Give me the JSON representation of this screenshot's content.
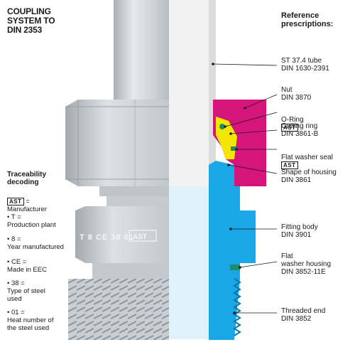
{
  "title": "COUPLING\nSYSTEM TO\nDIN 2353",
  "reference_heading": "Reference\nprescriptions:",
  "brand_mark": "AST",
  "labels": {
    "tube": "ST 37.4 tube\nDIN 1630-2391",
    "nut": "Nut\nDIN 3870",
    "oring": "O-Ring",
    "cutting_ring": "Cutting ring\nDIN 3861-B",
    "flat_washer_seal": "Flat washer seal",
    "shape_of_housing": "Shape of housing\nDIN 3861",
    "fitting_body": "Fitting body\nDIN 3901",
    "flat_washer_housing": "Flat\nwasher housing\nDIN 3852-11E",
    "threaded_end": "Threaded end\nDIN 3852"
  },
  "traceability": {
    "heading": "Traceability\ndecoding",
    "manufacturer": "Manufacturer",
    "t": "• T =\nProduction plant",
    "eight": "• 8 =\nYear manufactured",
    "ce": "• CE =\nMade in EEC",
    "thirty_eight": "• 38 =\nType of steel\nused",
    "zero_one": "• 01 =\nHeat number of\nthe steel used"
  },
  "marking": "T 8 CE 38 01",
  "colors": {
    "nut": "#d6157a",
    "fitting_body": "#1aa7e8",
    "cutting_ring": "#f3e600",
    "tube_section": "#f2f2f2",
    "bore": "#dff1fb",
    "steel": "#c9ced3"
  }
}
